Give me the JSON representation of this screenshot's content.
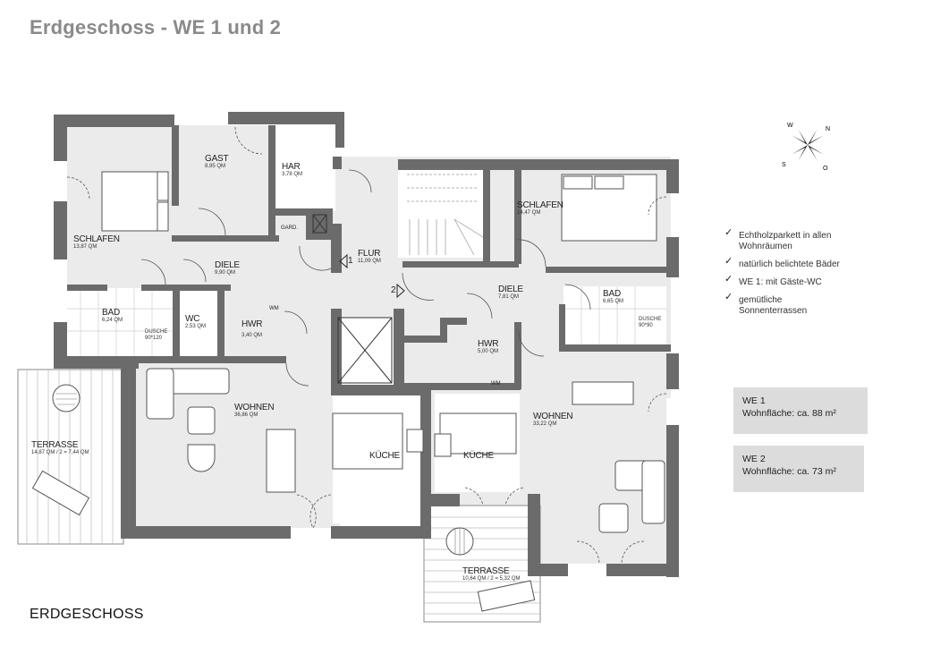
{
  "title": "Erdgeschoss - WE 1 und 2",
  "floor_label": "ERDGESCHOSS",
  "compass": {
    "icon": "compass-rose-icon",
    "letters": [
      "W",
      "N",
      "S",
      "O"
    ]
  },
  "rooms": {
    "we1": {
      "schlafen": {
        "name": "SCHLAFEN",
        "area": "13,87 QM"
      },
      "gast": {
        "name": "GAST",
        "area": "8,95 QM"
      },
      "har": {
        "name": "HAR",
        "area": "3,78 QM"
      },
      "gard": {
        "name": "GARD."
      },
      "diele": {
        "name": "DIELE",
        "area": "9,90 QM"
      },
      "bad": {
        "name": "BAD",
        "area": "6,24 QM"
      },
      "dusche": {
        "name": "DUSCHE",
        "size": "90*120"
      },
      "wc": {
        "name": "WC",
        "area": "2,53 QM"
      },
      "hwr": {
        "name": "HWR",
        "area": "3,40 QM"
      },
      "wm": "WM",
      "wohnen": {
        "name": "WOHNEN",
        "area": "36,86 QM"
      },
      "kueche": {
        "name": "KÜCHE"
      },
      "terrasse": {
        "name": "TERRASSE",
        "area": "14,87 QM / 2 = 7,44 QM"
      }
    },
    "common": {
      "flur": {
        "name": "FLUR",
        "area": "11,09 QM"
      },
      "entry1": "1",
      "entry2": "2"
    },
    "we2": {
      "schlafen": {
        "name": "SCHLAFEN",
        "area": "14,47 QM"
      },
      "diele": {
        "name": "DIELE",
        "area": "7,81 QM"
      },
      "bad": {
        "name": "BAD",
        "area": "6,65 QM"
      },
      "dusche": {
        "name": "DUSCHE",
        "size": "90*90"
      },
      "hwr": {
        "name": "HWR",
        "area": "5,00 QM"
      },
      "wm": "WM",
      "wohnen": {
        "name": "WOHNEN",
        "area": "33,22 QM"
      },
      "kueche": {
        "name": "KÜCHE"
      },
      "terrasse": {
        "name": "TERRASSE",
        "area": "10,64 QM / 2 = 5,32 QM"
      }
    }
  },
  "features": [
    {
      "icon": "checkmark-icon",
      "text": "Echtholzparkett in allen Wohnräumen"
    },
    {
      "icon": "checkmark-icon",
      "text": "natürlich belichtete Bäder"
    },
    {
      "icon": "checkmark-icon",
      "text": "WE 1: mit Gäste-WC"
    },
    {
      "icon": "checkmark-icon",
      "text": "gemütliche Sonnenterrassen"
    }
  ],
  "units": [
    {
      "name": "WE 1",
      "area_label": "Wohnfläche: ca. 88 m²"
    },
    {
      "name": "WE 2",
      "area_label": "Wohnfläche: ca. 73 m²"
    }
  ],
  "colors": {
    "wall": "#6b6b6b",
    "floor": "#ebebeb",
    "title": "#8a8a8a",
    "box": "#dcdcdc"
  }
}
